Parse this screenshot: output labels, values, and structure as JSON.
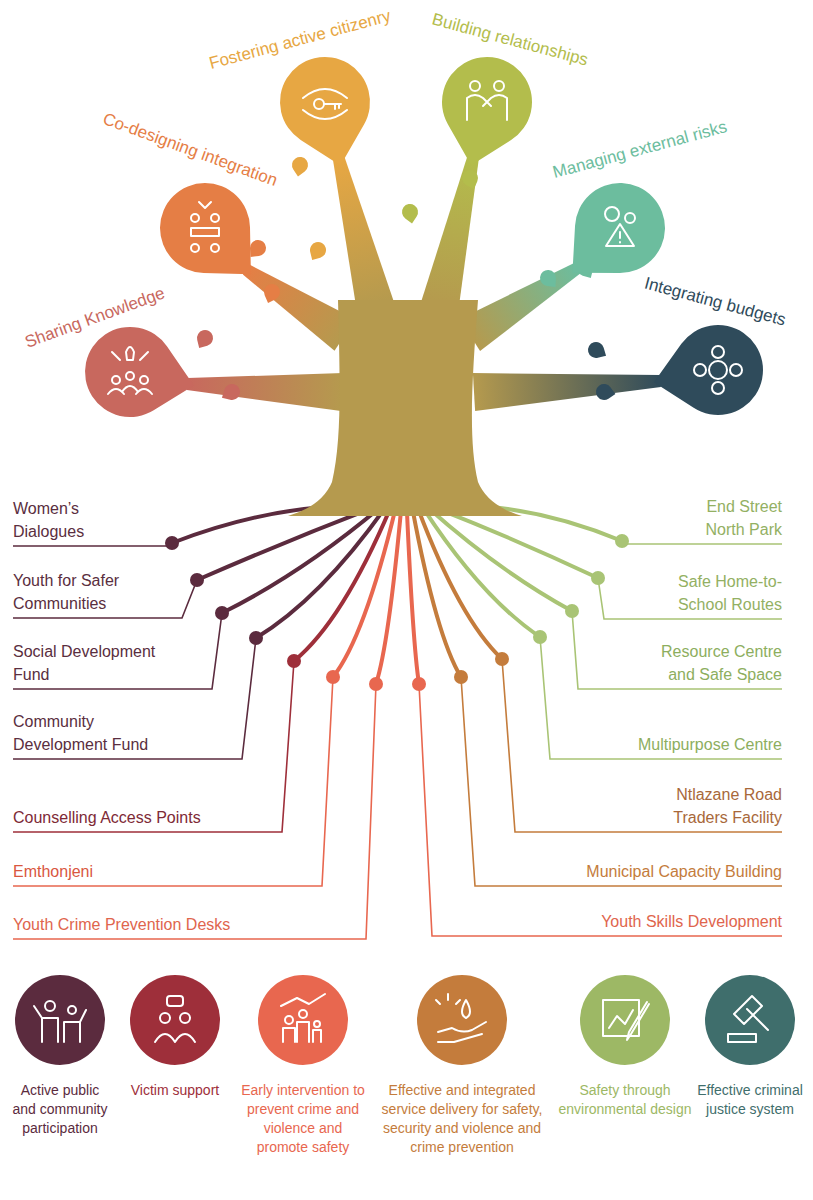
{
  "diagram": {
    "nodes": [
      {
        "text": [
          "Sharing Knowledge"
        ]
      },
      {
        "text": [
          "Co-designing integration"
        ]
      },
      {
        "text": [
          "Fostering active citizenry"
        ]
      },
      {
        "text": [
          "Building relationships"
        ]
      },
      {
        "text": [
          "Managing external risks"
        ]
      },
      {
        "text": [
          "Integrating budgets"
        ]
      },
      {
        "text": [
          "Active public and community participation"
        ]
      },
      {
        "text": [
          "Victim support"
        ]
      },
      {
        "text": [
          "Early intervention to prevent crime and violence and promote safety"
        ]
      },
      {
        "text": [
          "Effective and integrated service delivery for safety, security and violence and crime prevention"
        ]
      },
      {
        "text": [
          "Safety through environmental design"
        ]
      },
      {
        "text": [
          "Effective criminal justice system"
        ]
      }
    ],
    "labels": [
      "Women’s Dialogues",
      "End Street North Park",
      "Youth for Safer Communities",
      "Safe Home-to-School Routes",
      "Social Development Fund",
      "Resource Centre and Safe Space",
      "Community Development Fund",
      "Multipurpose Centre",
      "Counselling Access Points",
      "Ntlazane Road Traders Facility",
      "Emthonjeni",
      "Municipal Capacity Building",
      "Youth Crime Prevention Desks",
      "Youth Skills Development"
    ]
  }
}
